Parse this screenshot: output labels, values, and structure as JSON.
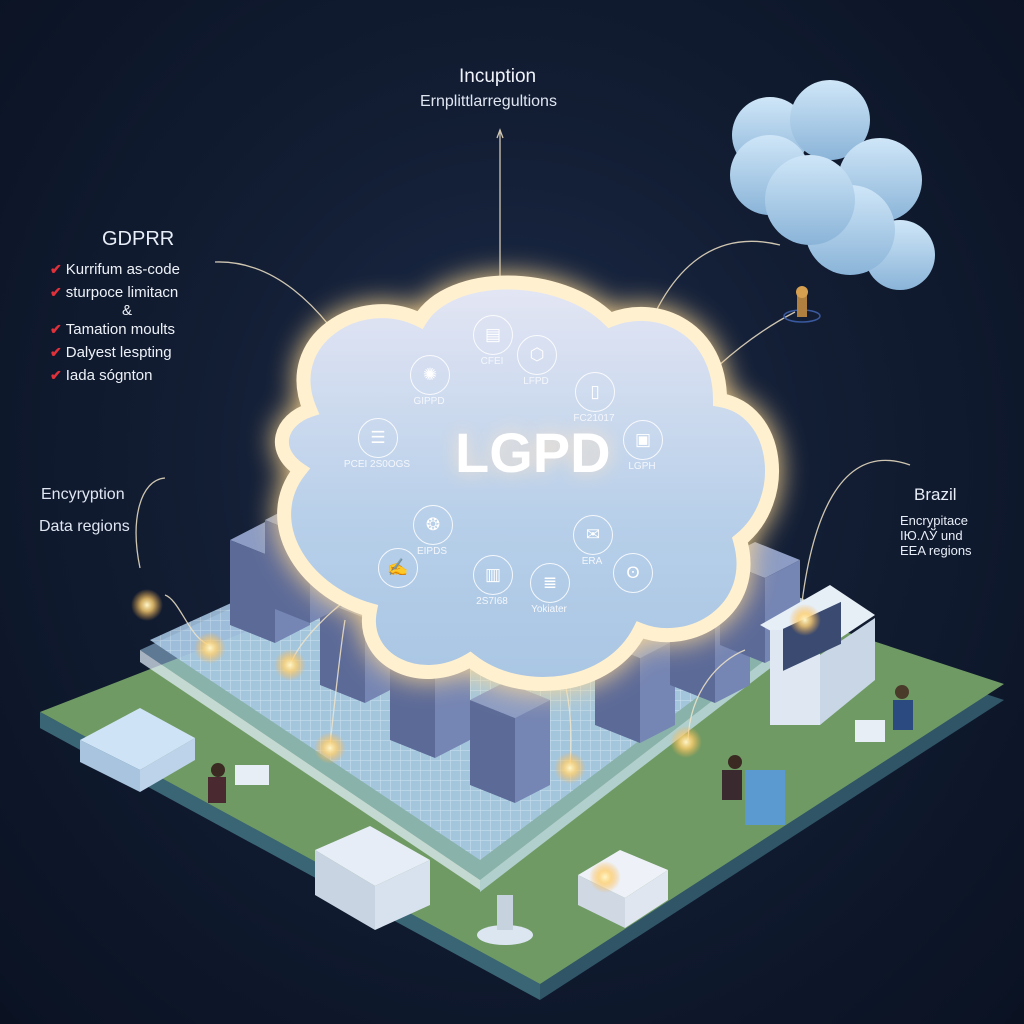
{
  "top": {
    "title": "Incuption",
    "subtitle": "Ernplittlarregultions"
  },
  "left_panel": {
    "title": "GDPRR",
    "items": [
      "Kurrifum as-code",
      "sturpoce limitacn",
      "&",
      "Tamation moults",
      "Dalyest lespting",
      "Iada sógnton"
    ]
  },
  "left_lower": {
    "line1": "Encyryption",
    "line2": "Data regions"
  },
  "right_panel": {
    "title": "Brazil",
    "lines": [
      "Encrypitace",
      "IЮ.ΛЎ und",
      "EEA regions"
    ]
  },
  "center_cloud": {
    "title": "LGPD",
    "icons": [
      {
        "icon": "stack-icon",
        "label": "CFEI"
      },
      {
        "icon": "cube-icon",
        "label": "LFPD"
      },
      {
        "icon": "globe-icon",
        "label": "GIPPD"
      },
      {
        "icon": "document-icon",
        "label": "FC21017"
      },
      {
        "icon": "database-icon",
        "label": "PCEI 2S0OGS"
      },
      {
        "icon": "image-icon",
        "label": "LGPH"
      },
      {
        "icon": "network-globe-icon",
        "label": "EIPDS"
      },
      {
        "icon": "signature-icon",
        "label": ""
      },
      {
        "icon": "server-icon",
        "label": "2S7I68"
      },
      {
        "icon": "list-icon",
        "label": "Yokiater"
      },
      {
        "icon": "envelope-icon",
        "label": "ERA"
      },
      {
        "icon": "fingerprint-icon",
        "label": ""
      }
    ]
  },
  "colors": {
    "background": "#121d33",
    "platform": "#4d7a5a",
    "glass": "#bcd6ee",
    "glow": "#ffd98a",
    "check": "#e0303a"
  }
}
